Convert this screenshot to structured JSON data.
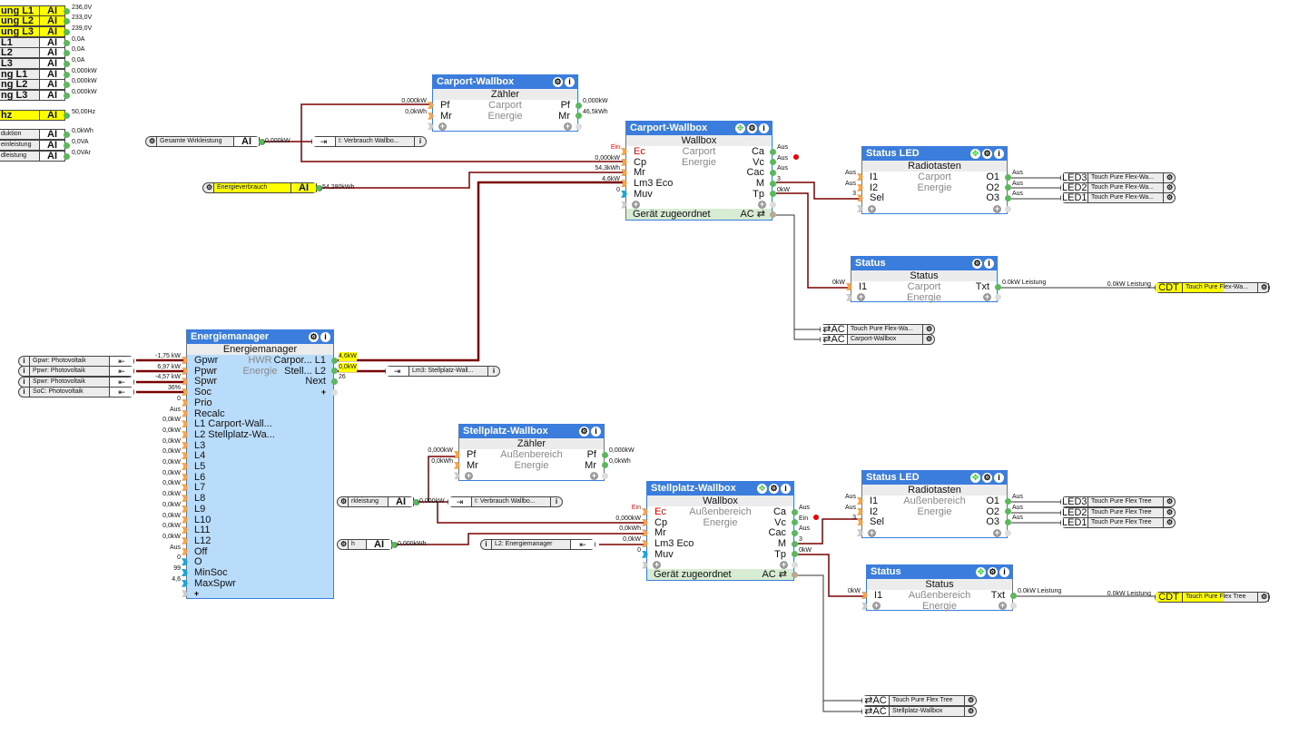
{
  "left_column": [
    {
      "label": "ung L1",
      "type": "AI",
      "value": "236,0V",
      "highlight": true
    },
    {
      "label": "ung L2",
      "type": "AI",
      "value": "233,0V",
      "highlight": true
    },
    {
      "label": "ung L3",
      "type": "AI",
      "value": "239,0V",
      "highlight": true
    },
    {
      "label": "L1",
      "type": "AI",
      "value": "0,0A"
    },
    {
      "label": "L2",
      "type": "AI",
      "value": "0,0A"
    },
    {
      "label": "L3",
      "type": "AI",
      "value": "0,0A"
    },
    {
      "label": "ng L1",
      "type": "AI",
      "value": "0,000kW"
    },
    {
      "label": "ng L2",
      "type": "AI",
      "value": "0,000kW"
    },
    {
      "label": "ng L3",
      "type": "AI",
      "value": "0,000kW"
    },
    {
      "label": "hz",
      "type": "AI",
      "value": "50,00Hz",
      "highlight": true
    },
    {
      "label": "duktion",
      "type": "AI",
      "value": "0,0kWh",
      "small": true
    },
    {
      "label": "einleistung",
      "type": "AI",
      "value": "0,0VA",
      "small": true
    },
    {
      "label": "dleistung",
      "type": "AI",
      "value": "0,0VAr",
      "small": true
    }
  ],
  "blocks": {
    "carport_zaehler": {
      "title": "Carport-Wallbox",
      "subtitle": "Zähler",
      "desc": [
        "Carport",
        "Energie"
      ],
      "header_icons": [
        "gear-icon",
        "info-icon"
      ],
      "inputs": [
        {
          "name": "Pf",
          "value": "0,000kW"
        },
        {
          "name": "Mr",
          "value": "0,0kWh"
        }
      ],
      "outputs": [
        {
          "name": "Pf",
          "value": "0,000kW"
        },
        {
          "name": "Mr",
          "value": "46,5kWh"
        }
      ]
    },
    "carport_wallbox": {
      "title": "Carport-Wallbox",
      "subtitle": "Wallbox",
      "desc": [
        "Carport",
        "Energie"
      ],
      "header_icons": [
        "move-icon",
        "gear-icon",
        "info-icon"
      ],
      "inputs": [
        {
          "name": "Ec",
          "value": "Ein",
          "active": true
        },
        {
          "name": "Cp",
          "value": "0,000kW"
        },
        {
          "name": "Mr",
          "value": "54,3kWh"
        },
        {
          "name": "Lm3 Eco",
          "value": "4,6kW"
        },
        {
          "name": "Muv",
          "value": "0",
          "analog": true
        }
      ],
      "outputs": [
        {
          "name": "Ca",
          "value": "Aus"
        },
        {
          "name": "Vc",
          "value": "Aus",
          "alert": true
        },
        {
          "name": "Cac",
          "value": "Aus"
        },
        {
          "name": "M",
          "value": "3"
        },
        {
          "name": "Tp",
          "value": "0kW"
        }
      ],
      "footer": {
        "label": "Gerät zugeordnet",
        "output": "AC ⇄"
      }
    },
    "status_led_carport": {
      "title": "Status LED",
      "subtitle": "Radiotasten",
      "desc": [
        "Carport",
        "Energie"
      ],
      "header_icons": [
        "move-icon",
        "gear-icon",
        "info-icon"
      ],
      "inputs": [
        {
          "name": "I1",
          "value": "Aus"
        },
        {
          "name": "I2",
          "value": "Aus"
        },
        {
          "name": "Sel",
          "value": "3"
        }
      ],
      "outputs": [
        {
          "name": "O1",
          "value": "Aus"
        },
        {
          "name": "O2",
          "value": "Aus"
        },
        {
          "name": "O3",
          "value": "Aus"
        }
      ]
    },
    "status_carport": {
      "title": "Status",
      "subtitle": "Status",
      "desc": [
        "Carport",
        "Energie"
      ],
      "header_icons": [
        "gear-icon",
        "info-icon"
      ],
      "inputs": [
        {
          "name": "I1",
          "value": "0kW"
        }
      ],
      "outputs": [
        {
          "name": "Txt",
          "value": "0.0kW Leistung"
        }
      ]
    },
    "energiemanager": {
      "title": "Energiemanager",
      "subtitle": "Energiemanager",
      "desc": [
        "HWR",
        "Energie"
      ],
      "header_icons": [
        "gear-icon",
        "info-icon"
      ],
      "inputs": [
        {
          "name": "Gpwr",
          "value": "-1,75 kW"
        },
        {
          "name": "Ppwr",
          "value": "6,97 kW"
        },
        {
          "name": "Spwr",
          "value": "-4,57 kW"
        },
        {
          "name": "Soc",
          "value": "36%"
        },
        {
          "name": "Prio",
          "value": "0"
        },
        {
          "name": "Recalc",
          "value": "Aus"
        },
        {
          "name": "L1 Carport-Wall...",
          "value": "0,0kW"
        },
        {
          "name": "L2 Stellplatz-Wa...",
          "value": "0,0kW"
        },
        {
          "name": "L3",
          "value": "0,0kW"
        },
        {
          "name": "L4",
          "value": "0,0kW"
        },
        {
          "name": "L5",
          "value": "0,0kW"
        },
        {
          "name": "L6",
          "value": "0,0kW"
        },
        {
          "name": "L7",
          "value": "0,0kW"
        },
        {
          "name": "L8",
          "value": "0,0kW"
        },
        {
          "name": "L9",
          "value": "0,0kW"
        },
        {
          "name": "L10",
          "value": "0,0kW"
        },
        {
          "name": "L11",
          "value": "0,0kW"
        },
        {
          "name": "L12",
          "value": "0,0kW"
        },
        {
          "name": "Off",
          "value": "Aus"
        },
        {
          "name": "O",
          "value": "0",
          "analog": true
        },
        {
          "name": "MinSoc",
          "value": "99",
          "analog": true
        },
        {
          "name": "MaxSpwr",
          "value": "4,6",
          "analog": true
        }
      ],
      "outputs": [
        {
          "name": "Carpor... L1",
          "value": "4,6kW",
          "highlight": true
        },
        {
          "name": "Stell... L2",
          "value": "0,0kW",
          "highlight": true
        },
        {
          "name": "Next",
          "value": "26"
        }
      ]
    },
    "stellplatz_zaehler": {
      "title": "Stellplatz-Wallbox",
      "subtitle": "Zähler",
      "desc": [
        "Außenbereich",
        "Energie"
      ],
      "header_icons": [
        "gear-icon",
        "info-icon"
      ],
      "inputs": [
        {
          "name": "Pf",
          "value": "0,000kW"
        },
        {
          "name": "Mr",
          "value": "0,0kWh"
        }
      ],
      "outputs": [
        {
          "name": "Pf",
          "value": "0,000kW"
        },
        {
          "name": "Mr",
          "value": "0,0kWh"
        }
      ]
    },
    "stellplatz_wallbox": {
      "title": "Stellplatz-Wallbox",
      "subtitle": "Wallbox",
      "desc": [
        "Außenbereich",
        "Energie"
      ],
      "header_icons": [
        "move-icon",
        "gear-icon",
        "info-icon"
      ],
      "inputs": [
        {
          "name": "Ec",
          "value": "Ein",
          "active": true
        },
        {
          "name": "Cp",
          "value": "0,000kW"
        },
        {
          "name": "Mr",
          "value": "0,0kWh"
        },
        {
          "name": "Lm3 Eco",
          "value": "0,0kW"
        },
        {
          "name": "Muv",
          "value": "0",
          "analog": true
        }
      ],
      "outputs": [
        {
          "name": "Ca",
          "value": "Aus"
        },
        {
          "name": "Vc",
          "value": "Ein",
          "alert": true
        },
        {
          "name": "Cac",
          "value": "Aus"
        },
        {
          "name": "M",
          "value": "3"
        },
        {
          "name": "Tp",
          "value": "0kW"
        }
      ],
      "footer": {
        "label": "Gerät zugeordnet",
        "output": "AC ⇄"
      }
    },
    "status_led_stellplatz": {
      "title": "Status LED",
      "subtitle": "Radiotasten",
      "desc": [
        "Außenbereich",
        "Energie"
      ],
      "header_icons": [
        "move-icon",
        "gear-icon",
        "info-icon"
      ],
      "inputs": [
        {
          "name": "I1",
          "value": "Aus"
        },
        {
          "name": "I2",
          "value": "Aus"
        },
        {
          "name": "Sel",
          "value": "3"
        }
      ],
      "outputs": [
        {
          "name": "O1",
          "value": "Aus"
        },
        {
          "name": "O2",
          "value": "Aus"
        },
        {
          "name": "O3",
          "value": "Aus"
        }
      ]
    },
    "status_stellplatz": {
      "title": "Status",
      "subtitle": "Status",
      "desc": [
        "Außenbereich",
        "Energie"
      ],
      "header_icons": [
        "move-icon",
        "gear-icon",
        "info-icon"
      ],
      "inputs": [
        {
          "name": "I1",
          "value": "0kW"
        }
      ],
      "outputs": [
        {
          "name": "Txt",
          "value": "0.0kW Leistung"
        }
      ]
    }
  },
  "references": {
    "gesamte_wirkleistung": {
      "kind": "ai",
      "label": "Gesamte Wirkleistung",
      "type": "AI",
      "value": "0,000kW"
    },
    "verbrauch_wallbox_carport": {
      "kind": "input_ref",
      "label": "I: Verbrauch Wallbo..."
    },
    "energieverbrauch": {
      "kind": "ai",
      "label": "Energieverbrauch",
      "type": "AI",
      "value": "54,280kWh",
      "highlight": true
    },
    "gpwr_pv": {
      "kind": "output_ref",
      "label": "Gpwr: Photovoltaik"
    },
    "ppwr_pv": {
      "kind": "output_ref",
      "label": "Ppwr: Photovoltaik"
    },
    "spwr_pv": {
      "kind": "output_ref",
      "label": "Spwr: Photovoltaik"
    },
    "soc_pv": {
      "kind": "output_ref",
      "label": "SoC: Photovoltaik"
    },
    "lm3_stellplatz": {
      "kind": "input_ref",
      "label": "Lm3: Stellplatz-Wall..."
    },
    "wirkleistung_stellplatz": {
      "kind": "ai",
      "label": "rkleistung",
      "type": "AI",
      "value": "0,000kW"
    },
    "energie_stellplatz": {
      "kind": "ai",
      "label": "h",
      "type": "AI",
      "value": "0,000kWh"
    },
    "verbrauch_wallbox_stellplatz": {
      "kind": "input_ref",
      "label": "I: Verbrauch Wallbo..."
    },
    "l2_energiemanager": {
      "kind": "output_ref",
      "label": "L2: Energiemanager"
    },
    "led3_carport": {
      "kind": "device",
      "port": "LED3",
      "label": "Touch Pure Flex-Wa..."
    },
    "led2_carport": {
      "kind": "device",
      "port": "LED2",
      "label": "Touch Pure Flex-Wa..."
    },
    "led1_carport": {
      "kind": "device",
      "port": "LED1",
      "label": "Touch Pure Flex-Wa..."
    },
    "cdt_carport": {
      "kind": "device",
      "port": "CDT",
      "label": "Touch Pure Flex-Wa...",
      "input_value": "0.0kW Leistung",
      "highlight": true
    },
    "ac_carport_touch": {
      "kind": "device",
      "port": "⇄AC",
      "label": "Touch Pure Flex-Wa..."
    },
    "ac_carport_wallbox": {
      "kind": "device",
      "port": "⇄AC",
      "label": "Carport-Wallbox"
    },
    "led3_stellplatz": {
      "kind": "device",
      "port": "LED3",
      "label": "Touch Pure Flex Tree"
    },
    "led2_stellplatz": {
      "kind": "device",
      "port": "LED2",
      "label": "Touch Pure Flex Tree"
    },
    "led1_stellplatz": {
      "kind": "device",
      "port": "LED1",
      "label": "Touch Pure Flex Tree"
    },
    "cdt_stellplatz": {
      "kind": "device",
      "port": "CDT",
      "label": "Touch Pure Flex Tree",
      "input_value": "0.0kW Leistung",
      "highlight": true
    },
    "ac_stellplatz_touch": {
      "kind": "device",
      "port": "⇄AC",
      "label": "Touch Pure Flex Tree"
    },
    "ac_stellplatz_wallbox": {
      "kind": "device",
      "port": "⇄AC",
      "label": "Stellplatz-Wallbox"
    }
  },
  "colors": {
    "block_header": "#3b7ddd",
    "wire_analog": "#7a0000",
    "wire_digital": "#333333",
    "highlight": "#ffff00",
    "input_port": "#f6a54c",
    "output_port": "#5cb85c"
  }
}
